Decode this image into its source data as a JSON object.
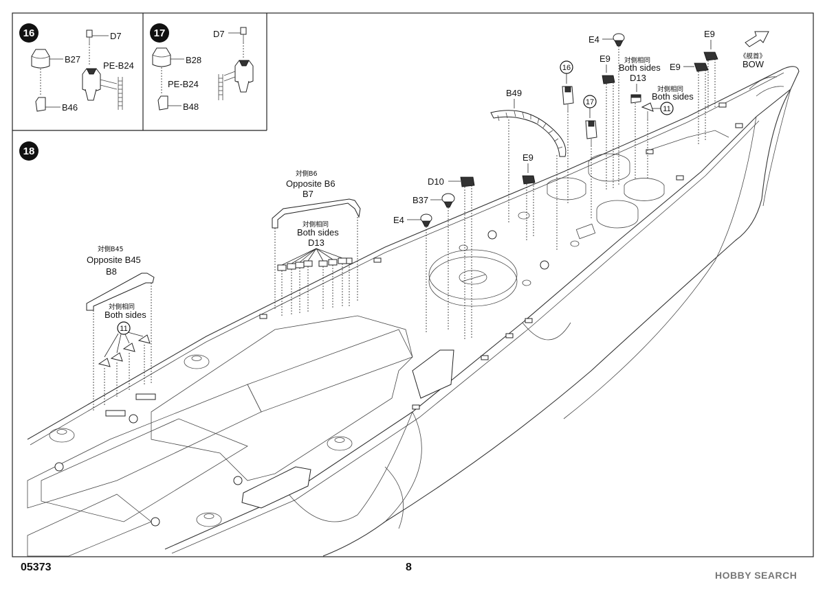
{
  "footer": {
    "code": "05373",
    "page": "8",
    "watermark": "HOBBY SEARCH"
  },
  "steps": [
    {
      "number": "16",
      "labels": {
        "d7": "D7",
        "b27": "B27",
        "pe_b24": "PE-B24",
        "b46": "B46"
      }
    },
    {
      "number": "17",
      "labels": {
        "d7": "D7",
        "b28": "B28",
        "pe_b24": "PE-B24",
        "b48": "B48"
      }
    },
    {
      "number": "18",
      "bow": {
        "cjk": "《舰首》",
        "en": "BOW"
      },
      "labels": {
        "b45_cjk": "対側B45",
        "b45_en": "Opposite B45",
        "b8": "B8",
        "both_cjk_1": "対側相同",
        "both_en_1": "Both sides",
        "ref_11_a": "11",
        "b6_cjk": "対側B6",
        "b6_en": "Opposite B6",
        "b7": "B7",
        "both_cjk_2": "対側相同",
        "both_en_2": "Both sides",
        "d13_a": "D13",
        "e4_a": "E4",
        "b37": "B37",
        "d10": "D10",
        "b49": "B49",
        "e9_a": "E9",
        "ref_16": "16",
        "ref_17": "17",
        "e4_b": "E4",
        "e9_b": "E9",
        "both_cjk_3": "対側相同",
        "both_en_3": "Both sides",
        "d13_b": "D13",
        "e9_c": "E9",
        "e9_d": "E9",
        "both_cjk_4": "対側相同",
        "both_en_4": "Both sides",
        "ref_11_b": "11"
      }
    }
  ]
}
